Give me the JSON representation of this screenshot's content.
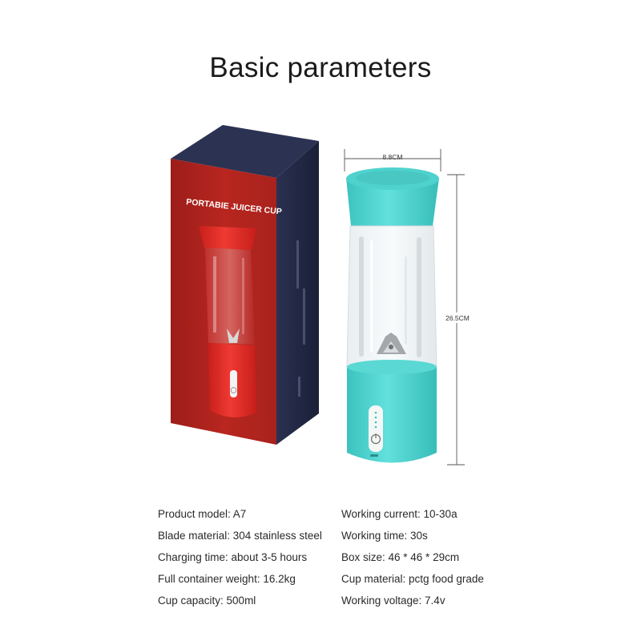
{
  "heading": "Basic parameters",
  "box": {
    "label": "PORTABIE JUICER CUP"
  },
  "dimensions": {
    "width": "8.8CM",
    "height": "26.5CM"
  },
  "specs": {
    "left": [
      "Product model: A7",
      "Blade material: 304 stainless steel",
      "Charging time: about 3-5 hours",
      "Full container weight: 16.2kg",
      "Cup capacity: 500ml"
    ],
    "right": [
      "Working current: 10-30a",
      "Working time: 30s",
      "Box size: 46 * 46 * 29cm",
      "Cup material: pctg food grade",
      "Working voltage: 7.4v"
    ]
  },
  "colors": {
    "box_front": "#b3231f",
    "box_side": "#1f2440",
    "box_top": "#2b3150",
    "cup_red": "#e12a25",
    "cup_teal": "#4fd3cf"
  }
}
